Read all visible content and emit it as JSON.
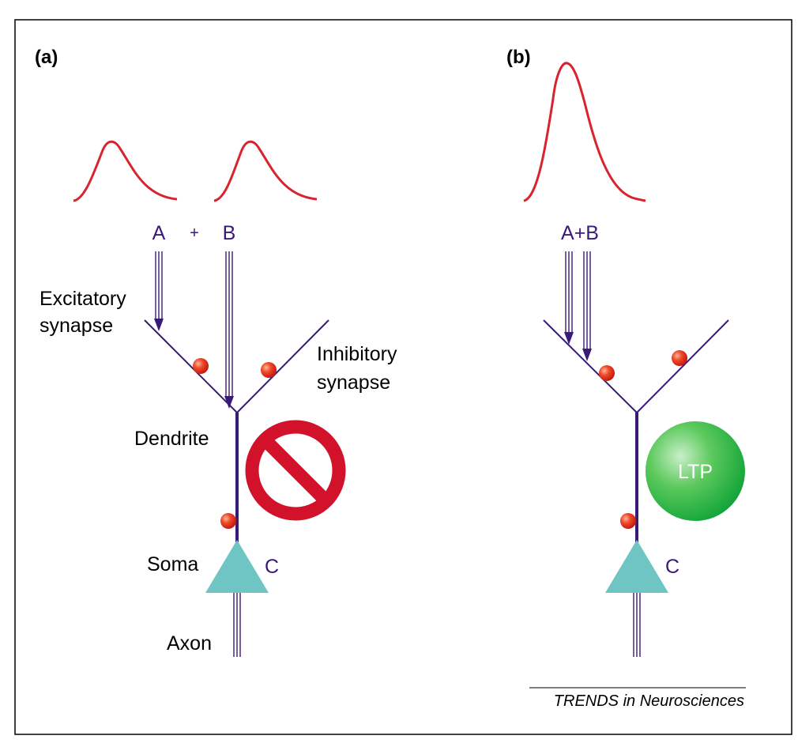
{
  "panel_a": {
    "label": "(a)",
    "input_a": "A",
    "plus": "+",
    "input_b": "B",
    "excitatory_line1": "Excitatory",
    "excitatory_line2": "synapse",
    "inhibitory_line1": "Inhibitory",
    "inhibitory_line2": "synapse",
    "dendrite": "Dendrite",
    "soma": "Soma",
    "cell": "C",
    "axon": "Axon"
  },
  "panel_b": {
    "label": "(b)",
    "input_ab": "A+B",
    "ltp": "LTP",
    "cell": "C"
  },
  "footer": {
    "source": "TRENDS in Neurosciences"
  },
  "colors": {
    "neuron": "#3a1a78",
    "pulse": "#d8252d",
    "soma": "#6ec5c3",
    "prohibition": "#d2112a",
    "ltp": "#1fae3a",
    "synapse_dot": "#e53a1e",
    "border": "#000000"
  },
  "icons": {
    "prohibition": "no-entry-icon"
  }
}
